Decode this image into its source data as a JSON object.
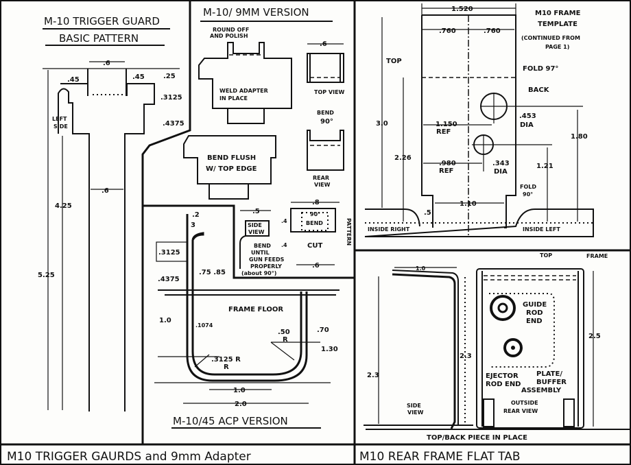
{
  "captions": {
    "bottom_left": "M10 TRIGGER GAURDS and 9mm Adapter",
    "bottom_right": "M10 REAR FRAME FLAT TAB"
  },
  "basic_pattern": {
    "title_1": "M-10 TRIGGER GUARD",
    "title_2": "BASIC PATTERN",
    "dims": {
      "top_gap": ".6",
      "left_45": ".45",
      "right_45": ".45",
      "d25": ".25",
      "d3125": ".3125",
      "d4375": ".4375",
      "channel": ".6",
      "h425": "4.25",
      "h525": "5.25"
    },
    "left_side_1": "LEFT",
    "left_side_2": "SIDE"
  },
  "nine_mm": {
    "title": "M-10/ 9MM VERSION",
    "round_off_1": "ROUND OFF",
    "round_off_2": "AND POLISH",
    "weld_1": "WELD ADAPTER",
    "weld_2": "IN PLACE",
    "top_dim": ".6",
    "top_view": "TOP VIEW",
    "bend_1": "BEND",
    "bend_2": "90°",
    "rear_view_1": "REAR",
    "rear_view_2": "VIEW",
    "flush_1": "BEND FLUSH",
    "flush_2": "W/ TOP EDGE",
    "d5": ".5",
    "side_view_1": "SIDE",
    "side_view_2": "VIEW",
    "until_1": "BEND",
    "until_2": "UNTIL",
    "until_3": "GUN FEEDS",
    "until_4": "PROPERLY",
    "until_5": "(about 90°)",
    "d8": ".8",
    "d4a": ".4",
    "d4b": ".4",
    "d6": ".6",
    "bend_box": "BEND",
    "bend_box_deg": "90°",
    "cut": "CUT",
    "pattern": "PATTERN"
  },
  "acp": {
    "title": "M-10/45 ACP VERSION",
    "d2": ".2",
    "d3": "3",
    "d3125": ".3125",
    "d4375": ".4375",
    "d75_85": ".75 .85",
    "frame_floor": "FRAME FLOOR",
    "d10": "1.0",
    "d1074": ".1074",
    "r50": ".50",
    "r50_r": "R",
    "d70": ".70",
    "d130": "1.30",
    "r3125": ".3125 R",
    "r3125_r": "R",
    "w10": "1.0",
    "w20": "2.0"
  },
  "frame_template": {
    "title_1": "M10 FRAME",
    "title_2": "TEMPLATE",
    "note_1": "(CONTINUED FROM",
    "note_2": "PAGE 1)",
    "w1520": "1.520",
    "w760a": ".760",
    "w760b": ".760",
    "top": "TOP",
    "fold97": "FOLD 97°",
    "back": "BACK",
    "h30": "3.0",
    "h226": "2.26",
    "d1150": "1.150",
    "ref1": "REF",
    "d980": ".980",
    "ref2": "REF",
    "dia453": ".453",
    "dia1": "DIA",
    "dia343": ".343",
    "dia2": "DIA",
    "h180": "1.80",
    "h121": "1.21",
    "fold90_1": "FOLD",
    "fold90_2": "90°",
    "w110": "1.10",
    "d5": ".5",
    "inside_right": "INSIDE RIGHT",
    "inside_left": "INSIDE LEFT"
  },
  "rear_tab": {
    "w10": "1.0",
    "h23a": "2.3",
    "h23b": "2.3",
    "side_view_1": "SIDE",
    "side_view_2": "VIEW",
    "top": "TOP",
    "frame": "FRAME",
    "guide_1": "GUIDE",
    "guide_2": "ROD",
    "guide_3": "END",
    "ejector_1": "EJECTOR",
    "ejector_2": "ROD END",
    "plate_1": "PLATE/",
    "plate_2": "BUFFER",
    "plate_3": "ASSEMBLY",
    "outside_1": "OUTSIDE",
    "outside_2": "REAR VIEW",
    "h25": "2.5",
    "in_place": "TOP/BACK PIECE IN PLACE"
  }
}
